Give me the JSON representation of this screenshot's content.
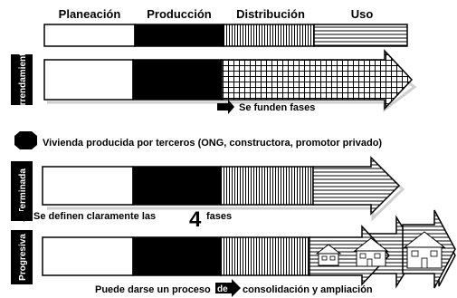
{
  "phases": {
    "planning": "Planeación",
    "production": "Producción",
    "distribution": "Distribución",
    "use": "Uso"
  },
  "rows": {
    "lease": {
      "side_label": "Arrendamiento",
      "note": "Se funden fases"
    },
    "finished": {
      "heading": "Vivienda producida por terceros (ONG, constructora, promotor privado)",
      "side_label": "Terminada",
      "note_before": "Se definen claramente las",
      "note_number": "4",
      "note_after": "fases"
    },
    "progressive": {
      "side_label": "Progresiva",
      "note_before": "Puede darse un proceso",
      "note_marker": "de",
      "note_after": "consolidación y ampliación"
    }
  },
  "colors": {
    "ink": "#000000",
    "paper": "#ffffff",
    "shadow": "#d9d9d9"
  },
  "icons": [
    "arrow-right-icon",
    "octagon-icon",
    "house-icon"
  ]
}
